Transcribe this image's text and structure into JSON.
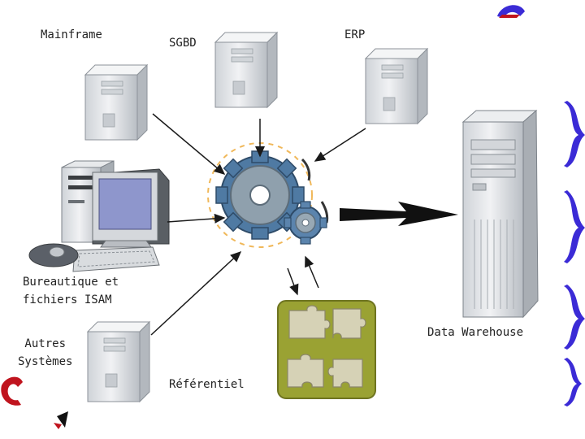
{
  "nodes": {
    "mainframe": "Mainframe",
    "sgbd": "SGBD",
    "erp": "ERP",
    "bureautique": "Bureautique et\nfichiers ISAM",
    "autres": "Autres\nSystèmes",
    "referentiel": "Référentiel",
    "warehouse": "Data Warehouse"
  },
  "colors": {
    "gear": "#4f7aa3",
    "gear_small": "#5b84ad",
    "puzzle_bg": "#9aa233",
    "puzzle_piece": "#d6d2b6",
    "server": "#e4e7ea",
    "arrow": "#1a1a1a",
    "decor_blue": "#3b2bd6",
    "decor_red": "#c0141e"
  }
}
